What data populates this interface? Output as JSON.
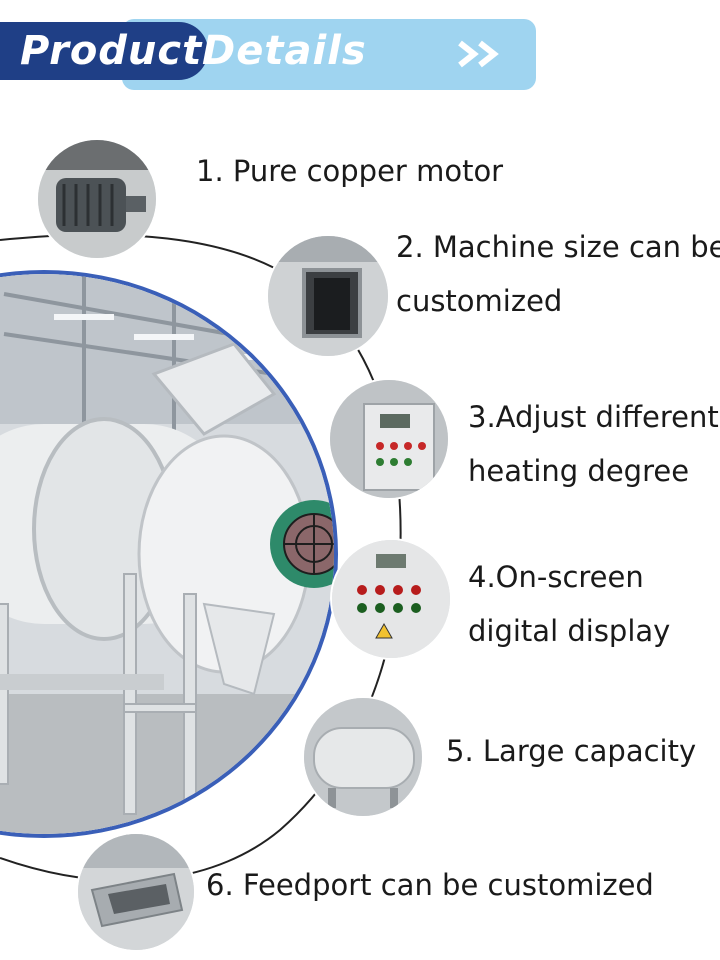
{
  "header": {
    "word1": "Product",
    "word2": "Details",
    "arrow_icon": "double-chevron-right-icon",
    "colors": {
      "dark": "#1f3f86",
      "light": "#9fd4f0"
    }
  },
  "features": [
    {
      "line1": "1. Pure copper motor",
      "line2": ""
    },
    {
      "line1": "2. Machine size can be",
      "line2": "customized"
    },
    {
      "line1": "3.Adjust different",
      "line2": "heating degree"
    },
    {
      "line1": "4.On-screen",
      "line2": "digital display"
    },
    {
      "line1": "5. Large capacity",
      "line2": ""
    },
    {
      "line1": "6. Feedport can be customized",
      "line2": ""
    }
  ]
}
